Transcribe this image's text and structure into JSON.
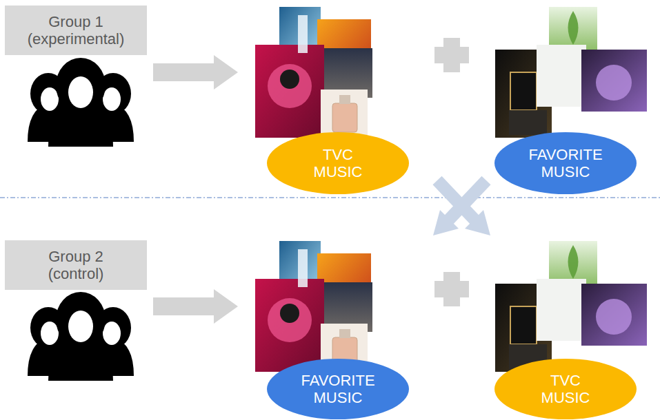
{
  "diagram": {
    "nodes": [
      {
        "text": [
          "Group 1 (experimental)"
        ]
      },
      {
        "text": [
          "TVC MUSIC"
        ]
      },
      {
        "text": [
          "FAVORITE MUSIC"
        ]
      },
      {
        "text": [
          "Group 2 (control)"
        ]
      },
      {
        "text": [
          "FAVORITE MUSIC"
        ]
      },
      {
        "text": [
          "TVC MUSIC"
        ]
      }
    ]
  }
}
